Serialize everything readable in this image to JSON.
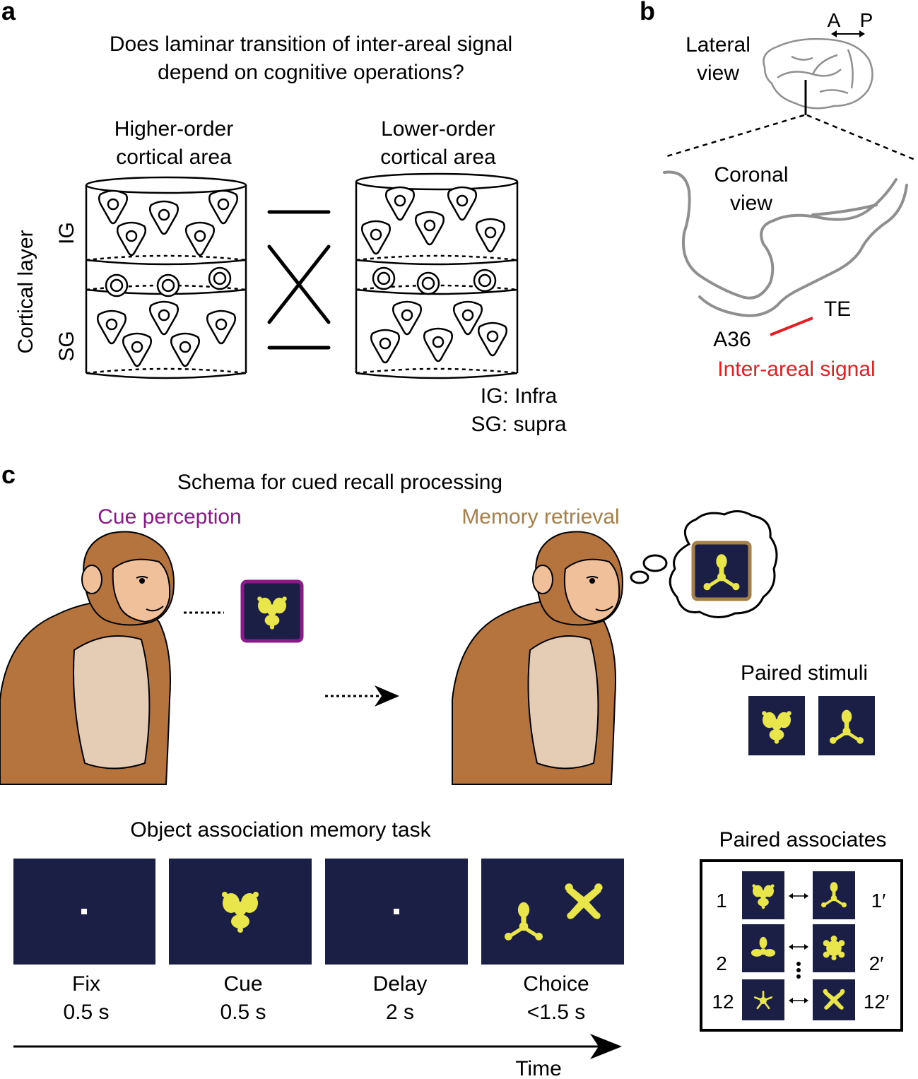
{
  "colors": {
    "ink": "#000000",
    "screen": "#1c1f45",
    "stim": "#e8e64a",
    "cue": "#8b1a89",
    "memory": "#a5804a",
    "signal": "#e31e24",
    "brain": "#8f8f8f",
    "fur": "#b5743e",
    "chest": "#e5ccb5",
    "face": "#f0c09a"
  },
  "panel_a": {
    "letter": "a",
    "question_line1": "Does laminar transition of inter-areal signal",
    "question_line2": "depend on cognitive operations?",
    "higher_line1": "Higher-order",
    "higher_line2": "cortical area",
    "lower_line1": "Lower-order",
    "lower_line2": "cortical area",
    "axis_label": "Cortical layer",
    "ig": "IG",
    "sg": "SG",
    "legend_ig": "IG: Infra",
    "legend_sg": "SG: supra"
  },
  "panel_b": {
    "letter": "b",
    "ant": "A",
    "post": "P",
    "lateral_line1": "Lateral",
    "lateral_line2": "view",
    "coronal_line1": "Coronal",
    "coronal_line2": "view",
    "te": "TE",
    "a36": "A36",
    "signal": "Inter-areal signal"
  },
  "panel_c": {
    "letter": "c",
    "schema_title": "Schema for cued recall processing",
    "cue_label": "Cue perception",
    "memory_label": "Memory retrieval",
    "paired_stimuli": "Paired stimuli",
    "task_title": "Object association memory task",
    "paired_associates": "Paired associates",
    "time_label": "Time",
    "epochs": [
      {
        "name": "Fix",
        "duration": "0.5 s"
      },
      {
        "name": "Cue",
        "duration": "0.5 s"
      },
      {
        "name": "Delay",
        "duration": "2 s"
      },
      {
        "name": "Choice",
        "duration": "<1.5 s"
      }
    ],
    "pairs": [
      {
        "left": "1",
        "right": "1′"
      },
      {
        "left": "2",
        "right": "2′"
      },
      {
        "left": "12",
        "right": "12′"
      }
    ]
  }
}
